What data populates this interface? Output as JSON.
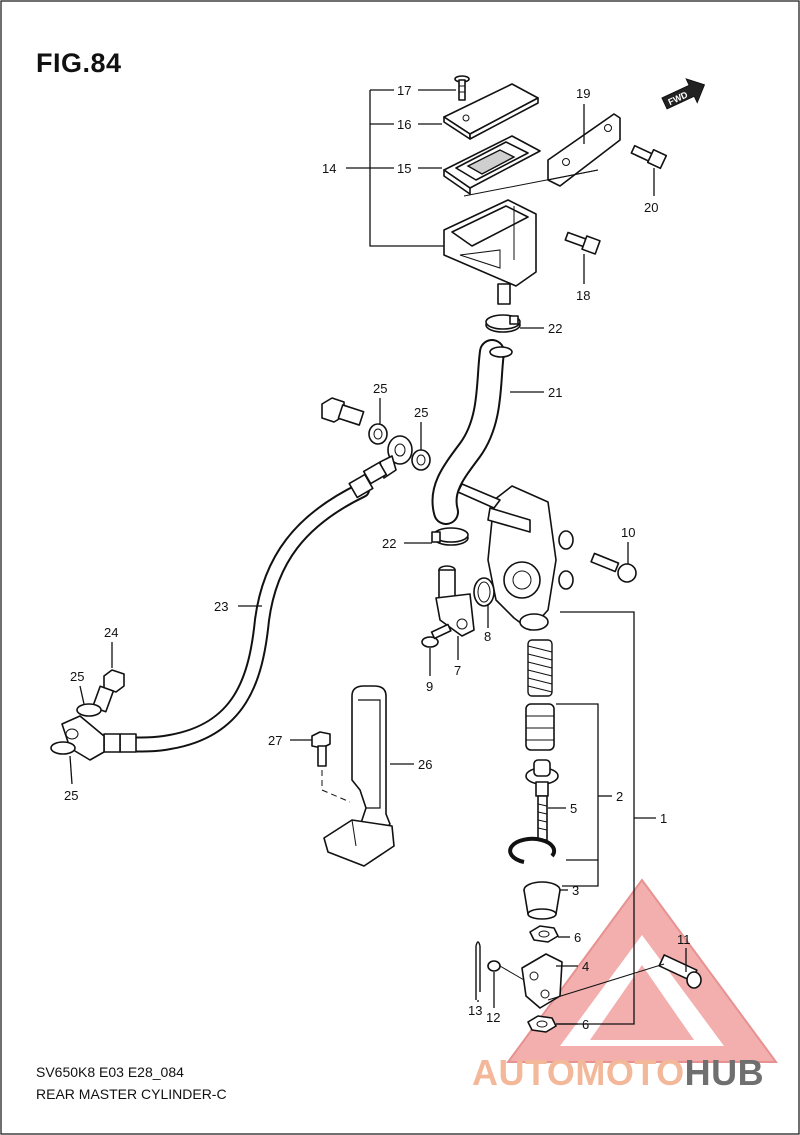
{
  "figure": {
    "title": "FIG.84",
    "fwd_label": "FWD",
    "model_code": "SV650K8 E03 E28_084",
    "assembly_name": "REAR MASTER CYLINDER-C"
  },
  "callouts": {
    "c1": "1",
    "c2": "2",
    "c3": "3",
    "c4": "4",
    "c5": "5",
    "c6a": "6",
    "c6b": "6",
    "c7": "7",
    "c8": "8",
    "c9": "9",
    "c10": "10",
    "c11": "11",
    "c12": "12",
    "c13": "13",
    "c14": "14",
    "c15": "15",
    "c16": "16",
    "c17": "17",
    "c18": "18",
    "c19": "19",
    "c20": "20",
    "c21": "21",
    "c22a": "22",
    "c22b": "22",
    "c23": "23",
    "c24": "24",
    "c25a": "25",
    "c25b": "25",
    "c25c": "25",
    "c25d": "25",
    "c26": "26",
    "c27": "27"
  },
  "watermark": {
    "text_part1": "AUTOMOTO",
    "text_part2": "HUB",
    "triangle_color": "#f08a8a",
    "text_color_1": "#f3b89a",
    "text_color_2": "#6f6f6f"
  }
}
